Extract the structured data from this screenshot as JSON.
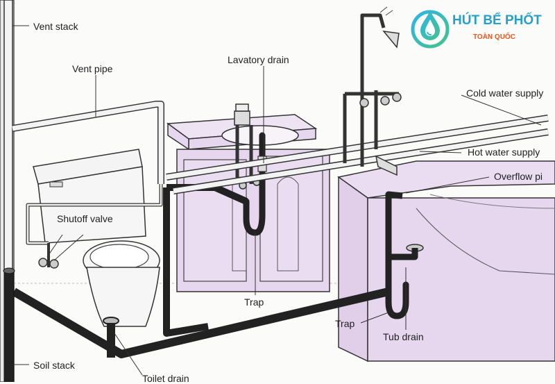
{
  "labels": {
    "vent_stack": "Vent stack",
    "vent_pipe": "Vent pipe",
    "lavatory_drain": "Lavatory drain",
    "cold_water_supply": "Cold water supply",
    "hot_water_supply": "Hot water supply",
    "overflow_pipe": "Overflow pi",
    "shutoff_valve": "Shutoff valve",
    "trap_lavatory": "Trap",
    "trap_tub": "Trap",
    "tub_drain": "Tub drain",
    "soil_stack": "Soil stack",
    "toilet_drain": "Toilet drain"
  },
  "logo": {
    "title": "HÚT BỂ PHỐT",
    "subtitle": "TOÀN QUỐC",
    "icon": "water-drop-icon",
    "title_color": "#27a0c9",
    "subtitle_color": "#e8551c"
  },
  "colors": {
    "fixture_fill": "#e6d6ee",
    "pipe_dark": "#222222",
    "outline": "#3a3a3a"
  }
}
